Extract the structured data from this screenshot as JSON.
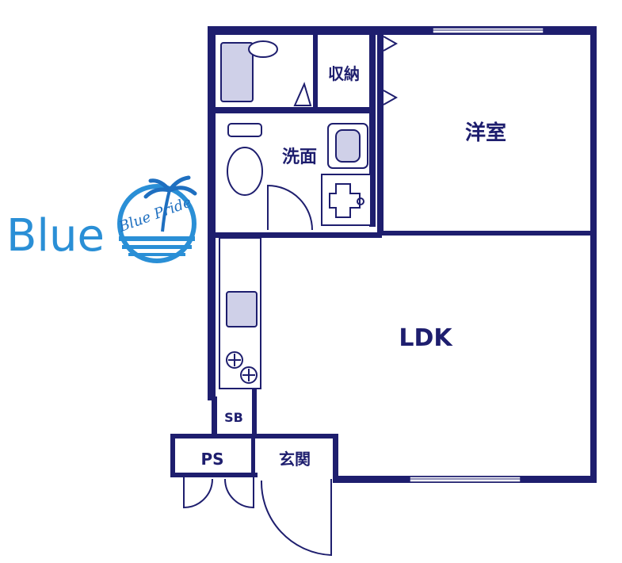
{
  "rooms": {
    "storage": "収納",
    "western_room": "洋室",
    "washroom": "洗面",
    "ldk": "LDK",
    "shoe_box": "SB",
    "pipe_space": "PS",
    "entrance": "玄関"
  },
  "logo": {
    "text": "Blue",
    "emblem_text": "Blue Pride"
  },
  "colors": {
    "wall": "#1e1e6e",
    "brand": "#2a8fd6"
  }
}
